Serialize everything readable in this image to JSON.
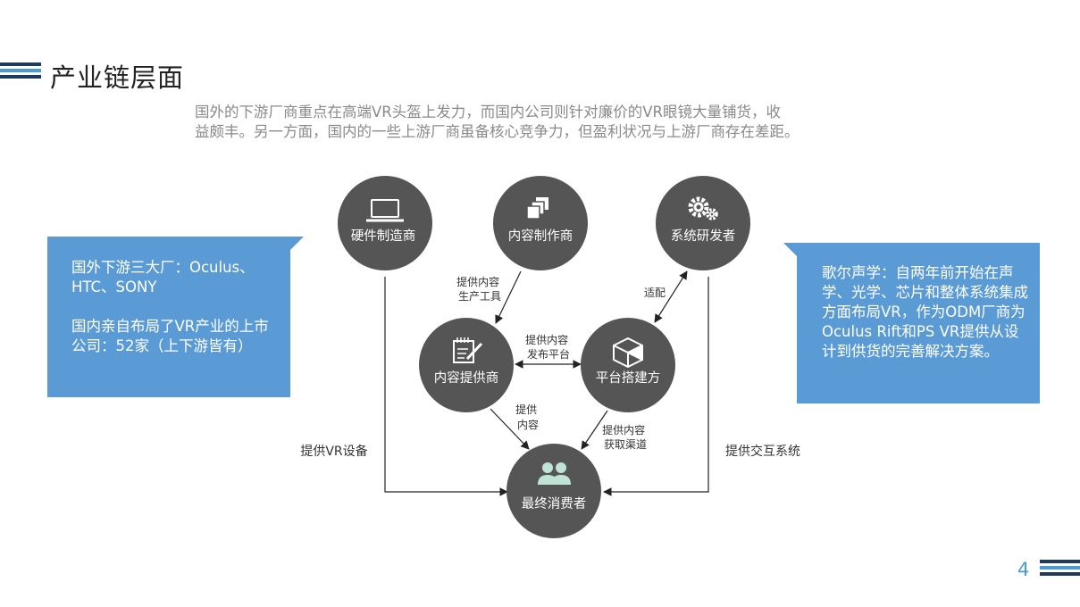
{
  "header": {
    "title": "产业链层面"
  },
  "intro": {
    "lines": [
      "国外的下游厂商重点在高端VR头盔上发力，而国内公司则针对廉价的VR眼镜大量铺货，收",
      "益颇丰。另一方面，国内的一些上游厂商虽备核心竞争力，但盈利状况与上游厂商存在差距。"
    ]
  },
  "nodes": {
    "hardware": {
      "label": "硬件制造商",
      "icon": "laptop-icon"
    },
    "content_maker": {
      "label": "内容制作商",
      "icon": "copy-icon"
    },
    "system_dev": {
      "label": "系统研发者",
      "icon": "gears-icon"
    },
    "content_provider": {
      "label": "内容提供商",
      "icon": "edit-document-icon"
    },
    "platform": {
      "label": "平台搭建方",
      "icon": "cube-icon"
    },
    "consumer": {
      "label": "最终消费者",
      "icon": "users-icon"
    }
  },
  "edges": {
    "tools": [
      "提供内容",
      "生产工具"
    ],
    "adapt": "适配",
    "publish": [
      "提供内容",
      "发布平台"
    ],
    "provide_content": [
      "提供",
      "内容"
    ],
    "channel": [
      "提供内容",
      "获取渠道"
    ],
    "vr_device": "提供VR设备",
    "interaction": "提供交互系统"
  },
  "left_box": {
    "para1": "国外下游三大厂：Oculus、HTC、SONY",
    "para2": "国内亲自布局了VR产业的上市公司：52家（上下游皆有）"
  },
  "right_box": {
    "text": "歌尔声学：自两年前开始在声学、光学、芯片和整体系统集成方面布局VR，作为ODM厂商为Oculus Rift和PS VR提供从设计到供货的完善解决方案。"
  },
  "footer": {
    "page": "4"
  },
  "colors": {
    "node_fill": "#555555",
    "accent_blue": "#5b9bd5",
    "stripe_dark": "#1e3a5c",
    "stripe_light": "#4a9ad6"
  }
}
